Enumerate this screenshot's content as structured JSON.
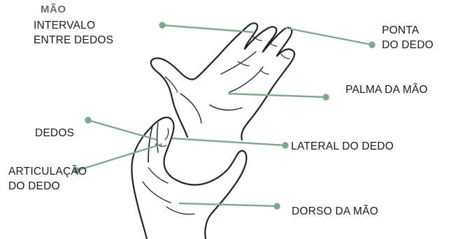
{
  "title": "MÃO",
  "labels": {
    "intervalo_line1": "INTERVALO",
    "intervalo_line2": "ENTRE DEDOS",
    "ponta_line1": "PONTA",
    "ponta_line2": "DO DEDO",
    "palma": "PALMA DA MÃO",
    "dedos": "DEDOS",
    "lateral": "LATERAL DO DEDO",
    "articulacao_line1": "ARTICULAÇÃO",
    "articulacao_line2": "DO DEDO",
    "dorso": "DORSO DA MÃO"
  },
  "colors": {
    "leader_line": "#7fa98a",
    "ink": "#222222",
    "label_text": "#1a1a1a",
    "heading_text": "#6b6b6b"
  }
}
